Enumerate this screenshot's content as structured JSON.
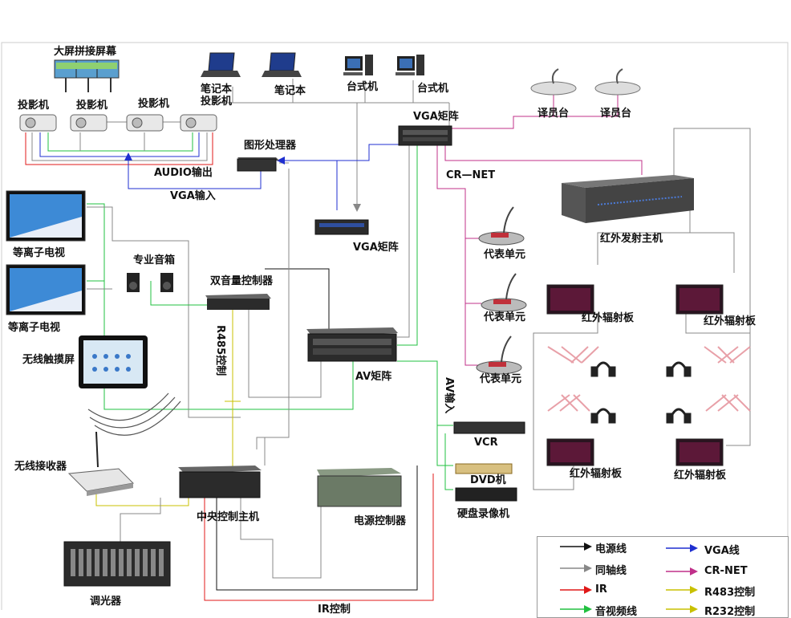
{
  "labels": {
    "videowall": "大屏拼接屏幕",
    "projector": "投影机",
    "laptop_projector": "笔记本\n投影机",
    "laptop": "笔记本",
    "desktop": "台式机",
    "interpreter": "译员台",
    "vga_matrix": "VGA矩阵",
    "graphics_processor": "图形处理器",
    "audio_out": "AUDIO输出",
    "vga_in": "VGA输入",
    "crnet": "CR—NET",
    "ir_transmitter": "红外发射主机",
    "plasma_tv": "等离子电视",
    "pro_speaker": "专业音箱",
    "dual_volume": "双音量控制器",
    "delegate": "代表单元",
    "ir_radiator": "红外辐射板",
    "r485_ctrl": "R485控制",
    "av_matrix": "AV矩阵",
    "av_input": "AV输入",
    "wireless_touch": "无线触摸屏",
    "vcr": "VCR",
    "dvd": "DVD机",
    "wireless_receiver": "无线接收器",
    "central_ctrl": "中央控制主机",
    "power_ctrl": "电源控制器",
    "hdd_recorder": "硬盘录像机",
    "dimmer": "调光器",
    "ir_ctrl": "IR控制"
  },
  "legend": [
    {
      "text": "电源线",
      "color": "#111111"
    },
    {
      "text": "VGA线",
      "color": "#1f2fd0"
    },
    {
      "text": "同轴线",
      "color": "#888888"
    },
    {
      "text": "CR-NET",
      "color": "#c0308a"
    },
    {
      "text": "IR",
      "color": "#e01818"
    },
    {
      "text": "R483控制",
      "color": "#c8c000"
    },
    {
      "text": "音视频线",
      "color": "#22c040"
    },
    {
      "text": "R232控制",
      "color": "#c8c000"
    }
  ],
  "colors": {
    "power": "#111111",
    "vga": "#1f2fd0",
    "coax": "#888888",
    "crnet": "#c0308a",
    "ir": "#e01818",
    "rs485": "#c8c000",
    "av": "#22c040"
  }
}
